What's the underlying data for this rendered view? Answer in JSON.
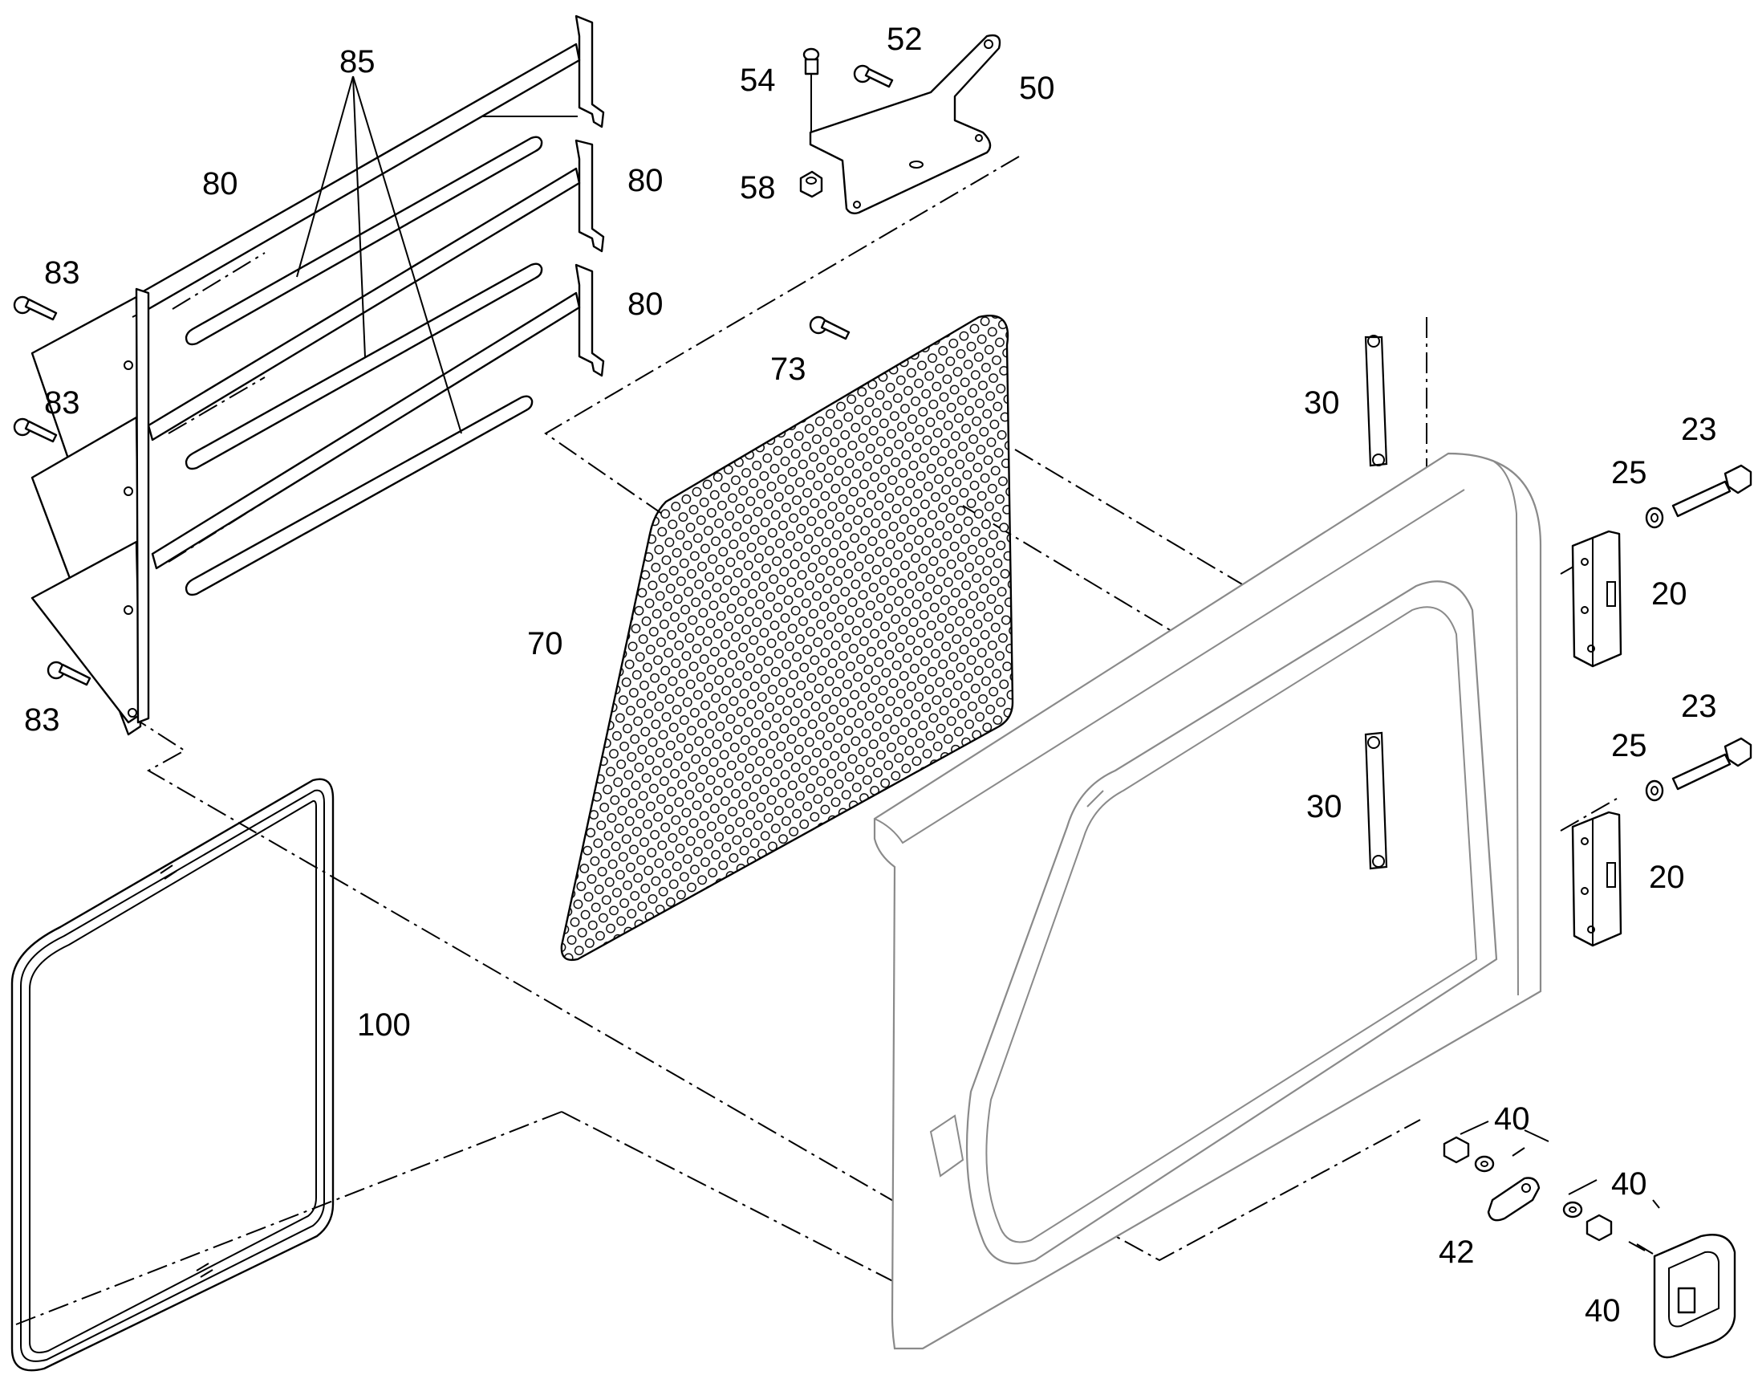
{
  "labels": {
    "l85": "85",
    "l80a": "80",
    "l80b": "80",
    "l80c": "80",
    "l83a": "83",
    "l83b": "83",
    "l83c": "83",
    "l52": "52",
    "l54": "54",
    "l50": "50",
    "l58": "58",
    "l73": "73",
    "l70": "70",
    "l30a": "30",
    "l30b": "30",
    "l23a": "23",
    "l25a": "25",
    "l20a": "20",
    "l23b": "23",
    "l25b": "25",
    "l20b": "20",
    "l100": "100",
    "l40a": "40",
    "l40b": "40",
    "l40c": "40",
    "l42": "42"
  }
}
